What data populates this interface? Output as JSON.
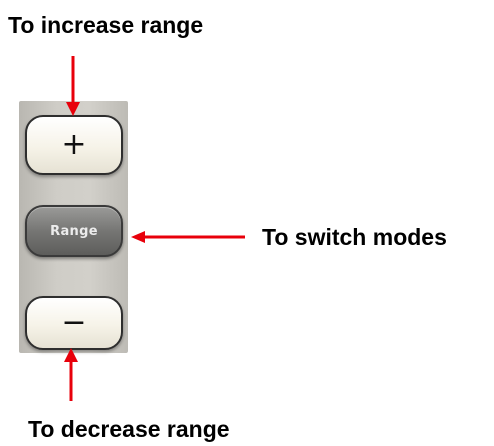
{
  "labels": {
    "increase": "To increase range",
    "switch": "To switch modes",
    "decrease": "To decrease range"
  },
  "panel": {
    "buttons": [
      {
        "id": "plus",
        "text": "+"
      },
      {
        "id": "range",
        "text": "Range"
      },
      {
        "id": "minus",
        "text": "−"
      }
    ]
  },
  "colors": {
    "arrow": "#e8000b",
    "caption": "#000000",
    "panel": "#cfcdc7",
    "range_button": "#767674",
    "plus_minus_button": "#f6f3e8"
  }
}
